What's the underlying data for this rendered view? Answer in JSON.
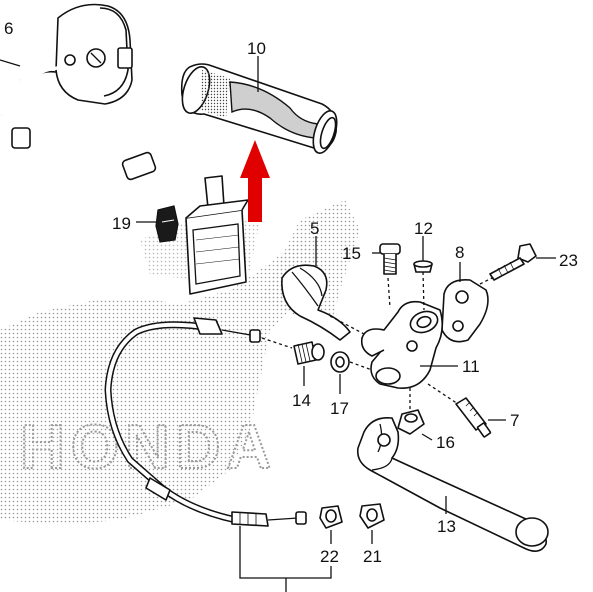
{
  "callouts": {
    "c6": "6",
    "c10": "10",
    "c19": "19",
    "c5": "5",
    "c15": "15",
    "c12": "12",
    "c8": "8",
    "c23": "23",
    "c11": "11",
    "c14": "14",
    "c17": "17",
    "c7": "7",
    "c16": "16",
    "c13": "13",
    "c22": "22",
    "c21": "21"
  },
  "watermark_text": "HONDA",
  "colors": {
    "highlight_arrow": "#e00000",
    "ink": "#111111",
    "dots": "#9a9a9a"
  }
}
